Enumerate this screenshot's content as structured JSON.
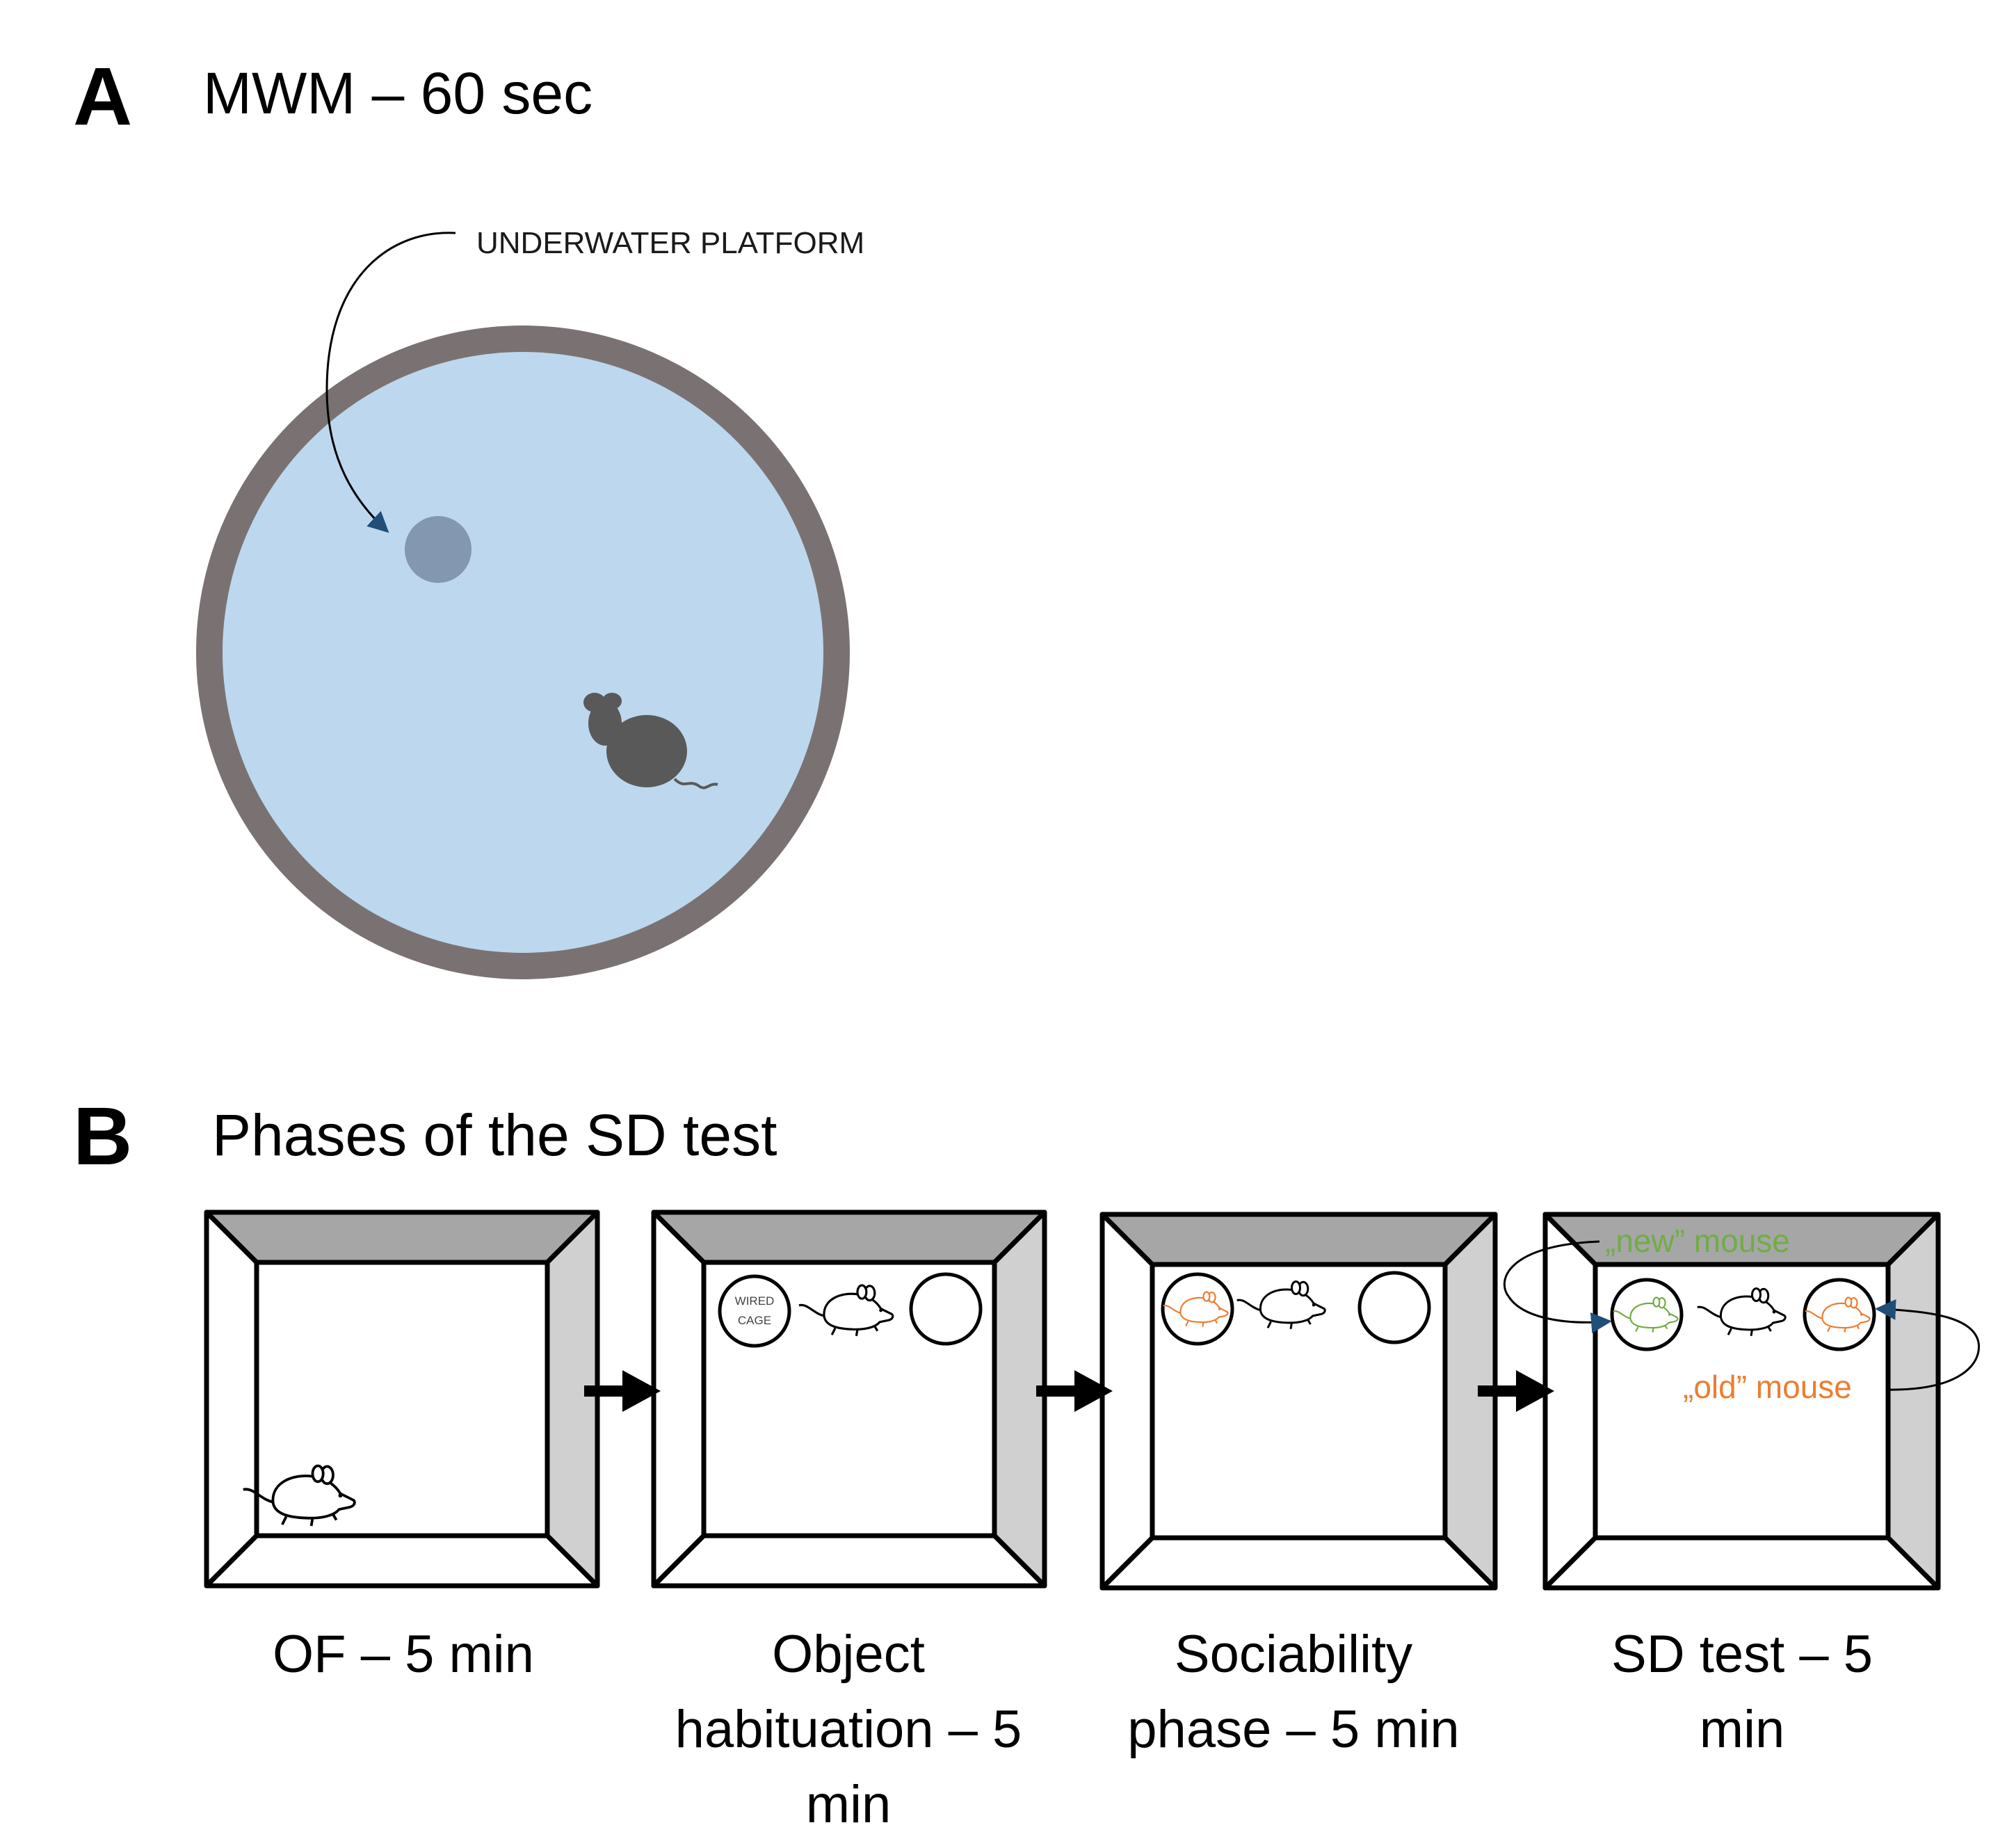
{
  "panel_a": {
    "letter": "A",
    "title": "MWM – 60 sec",
    "platform_label": "UNDERWATER PLATFORM",
    "colors": {
      "rim": "#7a7272",
      "water": "#bdd7ee",
      "platform": "#8497b0",
      "mouse": "#595959"
    }
  },
  "panel_b": {
    "letter": "B",
    "title": "Phases of the SD test",
    "cage_label_line1": "WIRED",
    "cage_label_line2": "CAGE",
    "new_mouse_label": "„new” mouse",
    "old_mouse_label": "„old” mouse",
    "colors": {
      "back_wall": "#a6a6a6",
      "side_wall": "#d0d0d0",
      "new_mouse": "#70ad47",
      "old_mouse": "#ed7d31",
      "arrow_head": "#1f4e79"
    },
    "phases": [
      {
        "caption": "OF – 5 min"
      },
      {
        "caption": "Object habituation – 5 min"
      },
      {
        "caption": "Sociability phase – 5 min"
      },
      {
        "caption": "SD test – 5 min"
      }
    ]
  }
}
